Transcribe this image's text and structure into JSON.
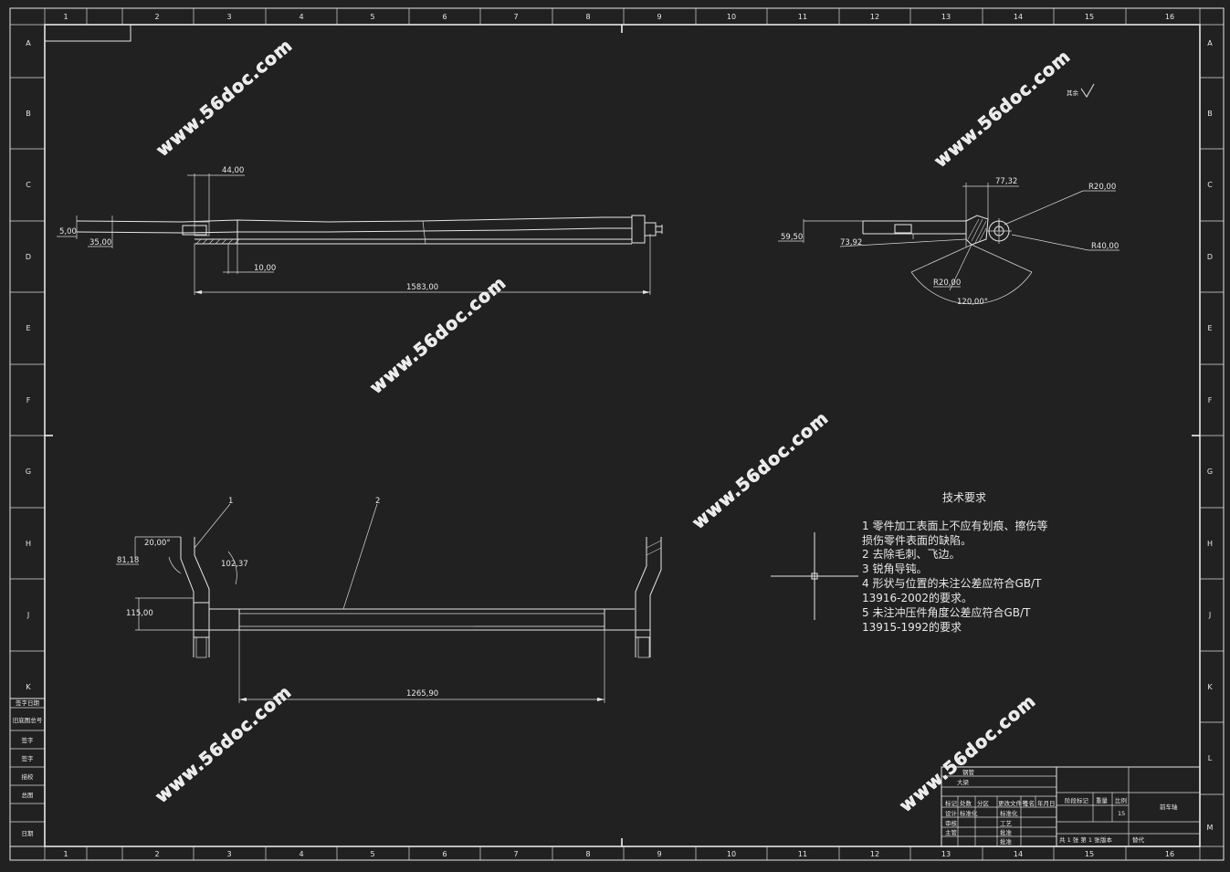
{
  "grid": {
    "cols": [
      "1",
      "2",
      "3",
      "4",
      "5",
      "6",
      "7",
      "8",
      "9",
      "10",
      "11",
      "12",
      "13",
      "14",
      "15",
      "16"
    ],
    "rows": [
      "A",
      "B",
      "C",
      "D",
      "E",
      "F",
      "G",
      "H",
      "J",
      "K",
      "L",
      "M"
    ]
  },
  "left_strip": [
    "签字日期",
    "旧底图总号",
    "签字",
    "签字",
    "描校",
    "总图",
    "日期"
  ],
  "views": {
    "top": {
      "dim_44": "44,00",
      "dim_5": "5,00",
      "dim_35": "35,00",
      "dim_10": "10,00",
      "dim_1583": "1583,00"
    },
    "side": {
      "dim_77": "77,32",
      "dim_R20a": "R20,00",
      "dim_5950": "59,50",
      "dim_7392": "73,92",
      "dim_R40": "R40,00",
      "dim_R20b": "R20,00",
      "dim_angle": "120,00°",
      "finish": "其余"
    },
    "front": {
      "balloon1": "1",
      "balloon2": "2",
      "dim_20": "20,00°",
      "dim_8118": "81,18",
      "dim_10237": "102,37",
      "dim_115": "115,00",
      "dim_126590": "1265,90"
    }
  },
  "requirements": {
    "title": "技术要求",
    "lines": [
      "1 零件加工表面上不应有划痕、擦伤等",
      "损伤零件表面的缺陷。",
      "2 去除毛刺、飞边。",
      "3 锐角导钝。",
      "4 形状与位置的未注公差应符合GB/T",
      "13916-2002的要求。",
      "5 未注冲压件角度公差应符合GB/T",
      "13915-1992的要求"
    ]
  },
  "title_block": {
    "material_1": "钢管",
    "material_2": "大梁",
    "row_headers": [
      "标记",
      "处数",
      "分区",
      "更改文件号",
      "签名",
      "年月日"
    ],
    "design": "设计",
    "design_std": "标准化",
    "process": "工艺",
    "check": "审核",
    "approve": "批准",
    "main": "主管",
    "stage": "阶段标记",
    "weight": "重量",
    "scale": "比例",
    "scale_value": "15",
    "part_name": "前车轴",
    "sheet": "共 1 张  第 1 张",
    "version": "版本",
    "replace": "替代"
  },
  "watermarks": [
    "www.56doc.com",
    "www.56doc.com",
    "www.56doc.com",
    "www.56doc.com",
    "www.56doc.com",
    "www.56doc.com"
  ]
}
